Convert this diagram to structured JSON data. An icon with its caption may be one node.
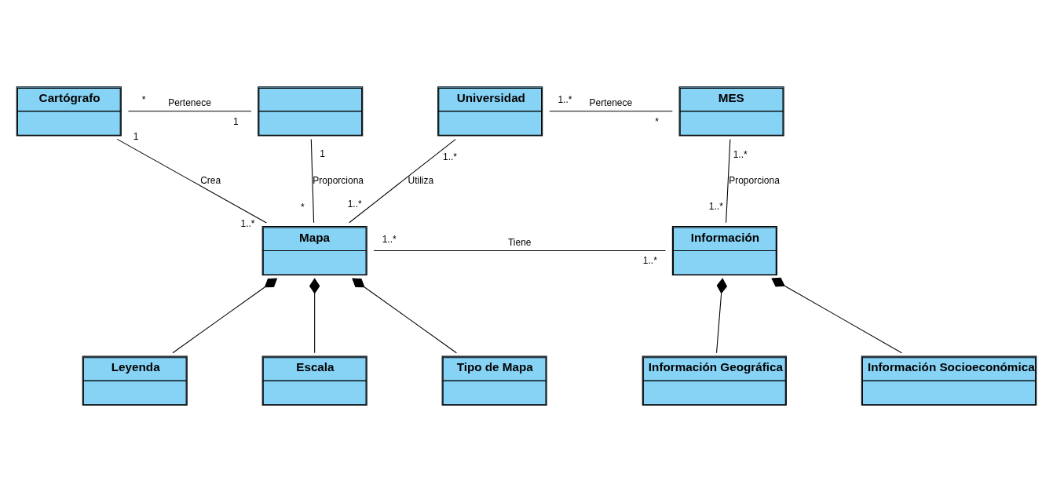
{
  "diagram": {
    "nodes": [
      {
        "text": [
          "Cartógrafo"
        ]
      },
      {
        "text": [],
        "shape": "box"
      },
      {
        "text": [
          "Universidad"
        ]
      },
      {
        "text": [
          "MES"
        ]
      },
      {
        "text": [
          "Mapa"
        ]
      },
      {
        "text": [
          "Información"
        ]
      },
      {
        "text": [
          "Leyenda"
        ]
      },
      {
        "text": [
          "Escala"
        ]
      },
      {
        "text": [
          "Tipo de Mapa"
        ]
      },
      {
        "text": [
          "Información Geográfica"
        ]
      },
      {
        "text": [
          "Información Socioeconómica"
        ]
      }
    ],
    "edges": [
      {
        "from": 0,
        "to": 1,
        "arrow": "none",
        "label": "Pertenece"
      },
      {
        "from": 2,
        "to": 3,
        "arrow": "none",
        "label": "Pertenece"
      },
      {
        "from": 1,
        "to": 4,
        "arrow": "none",
        "label": "Proporciona"
      },
      {
        "from": 0,
        "to": 4,
        "arrow": "none",
        "label": "Crea"
      },
      {
        "from": 4,
        "to": 2,
        "arrow": "none",
        "label": "Utiliza"
      },
      {
        "from": 3,
        "to": 5,
        "arrow": "none",
        "label": "Proporciona"
      },
      {
        "from": 4,
        "to": 5,
        "arrow": "none",
        "label": "Tiene"
      },
      {
        "from": 4,
        "to": 6,
        "arrow": "other"
      },
      {
        "from": 4,
        "to": 7,
        "arrow": "other"
      },
      {
        "from": 4,
        "to": 8,
        "arrow": "other"
      },
      {
        "from": 5,
        "to": 9,
        "arrow": "other"
      },
      {
        "from": 5,
        "to": 10,
        "arrow": "other"
      }
    ],
    "labels": [
      "1",
      "*",
      "*",
      "1..*",
      "1",
      "1",
      "1..*",
      "1..*",
      "*",
      "1..*",
      "1..*",
      "1..*",
      "1..*",
      "1..*"
    ]
  }
}
